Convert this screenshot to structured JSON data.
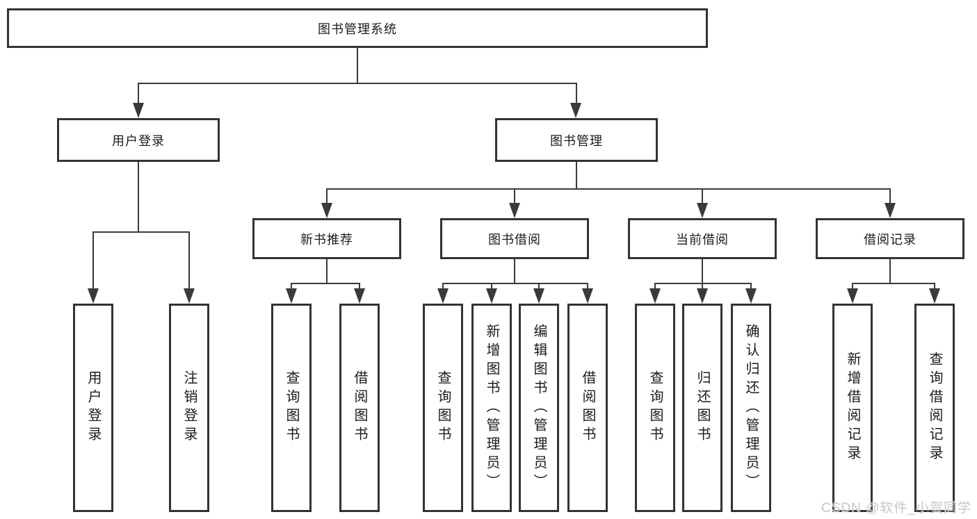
{
  "diagram": {
    "root": {
      "label": "图书管理系统"
    },
    "level2": [
      {
        "label": "用户登录"
      },
      {
        "label": "图书管理"
      }
    ],
    "level3": [
      {
        "label": "新书推荐"
      },
      {
        "label": "图书借阅"
      },
      {
        "label": "当前借阅"
      },
      {
        "label": "借阅记录"
      }
    ],
    "leaves": {
      "user_login": [
        "用户登录",
        "注销登录"
      ],
      "new_book": [
        "查询图书",
        "借阅图书"
      ],
      "borrow": [
        "查询图书",
        "新增图书（管理员）",
        "编辑图书（管理员）",
        "借阅图书"
      ],
      "current": [
        "查询图书",
        "归还图书",
        "确认归还（管理员）"
      ],
      "records": [
        "新增借阅记录",
        "查询借阅记录"
      ]
    }
  },
  "watermark": "CSDN @软件_小贺同学",
  "colors": {
    "line": "#3a3a3a",
    "box_border": "#333333",
    "text": "#1b1b1b",
    "watermark": "#c6c6c6",
    "background": "#ffffff"
  }
}
